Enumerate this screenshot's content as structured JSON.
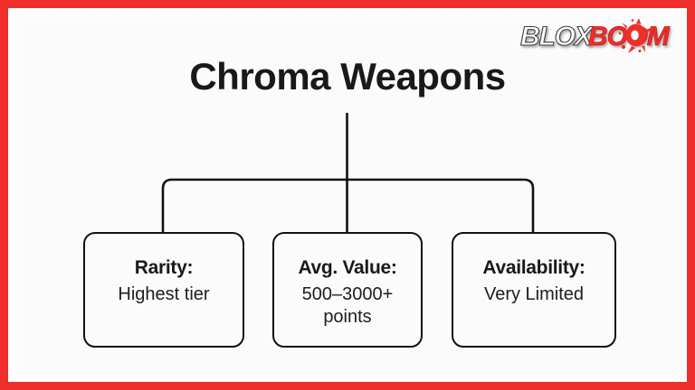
{
  "branding": {
    "logo_text_primary": "BLOX",
    "logo_text_secondary": "BOOM",
    "logo_full": "BLOXBOOM",
    "primary_color": "#ee2f2b",
    "logo_white": "#ffffff"
  },
  "theme": {
    "frame_color": "#ee2f2b",
    "background": "#fbfbfb",
    "ink": "#19191b",
    "box_border": "#111113"
  },
  "diagram": {
    "title": "Chroma Weapons",
    "type": "tree",
    "nodes": [
      {
        "label": "Rarity:",
        "value": "Highest tier"
      },
      {
        "label": "Avg. Value:",
        "value": "500–3000+ points"
      },
      {
        "label": "Availability:",
        "value": "Very Limited"
      }
    ]
  }
}
